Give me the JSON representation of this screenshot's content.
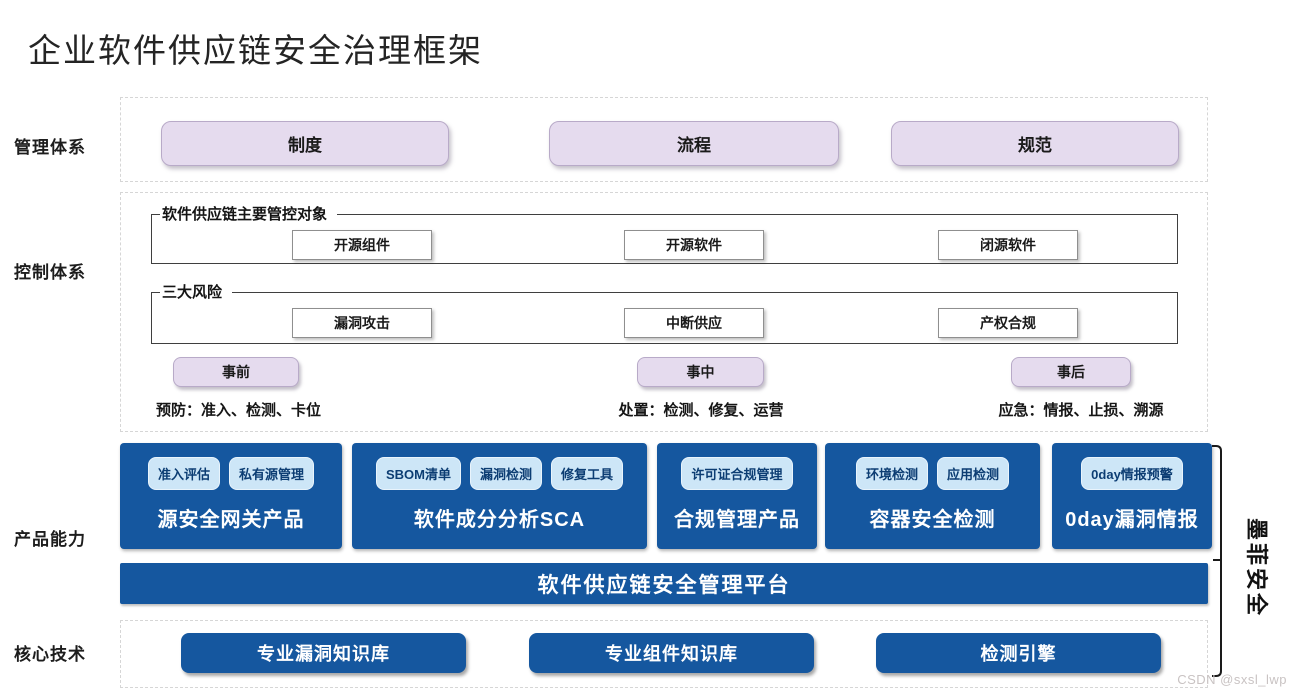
{
  "page": {
    "title": "企业软件供应链安全治理框架",
    "brand": "墨菲安全",
    "watermark": "CSDN @sxsl_lwp"
  },
  "colors": {
    "dark_blue": "#15579f",
    "tag_bg": "#cde6f7",
    "tag_text": "#0c3d73",
    "purple": "#e5dbee"
  },
  "rows": {
    "management": {
      "label": "管理体系",
      "items": [
        "制度",
        "流程",
        "规范"
      ]
    },
    "control": {
      "label": "控制体系",
      "groups": [
        {
          "legend": "软件供应链主要管控对象",
          "items": [
            "开源组件",
            "开源软件",
            "闭源软件"
          ]
        },
        {
          "legend": "三大风险",
          "items": [
            "漏洞攻击",
            "中断供应",
            "产权合规"
          ]
        }
      ],
      "phases": [
        {
          "name": "事前",
          "desc": "预防：准入、检测、卡位"
        },
        {
          "name": "事中",
          "desc": "处置：检测、修复、运营"
        },
        {
          "name": "事后",
          "desc": "应急：情报、止损、溯源"
        }
      ]
    },
    "products": {
      "label": "产品能力",
      "items": [
        {
          "title": "源安全网关产品",
          "tags": [
            "准入评估",
            "私有源管理"
          ]
        },
        {
          "title": "软件成分分析SCA",
          "tags": [
            "SBOM清单",
            "漏洞检测",
            "修复工具"
          ]
        },
        {
          "title": "合规管理产品",
          "tags": [
            "许可证合规管理"
          ]
        },
        {
          "title": "容器安全检测",
          "tags": [
            "环境检测",
            "应用检测"
          ]
        },
        {
          "title": "0day漏洞情报",
          "tags": [
            "0day情报预警"
          ]
        }
      ],
      "platform": "软件供应链安全管理平台"
    },
    "core": {
      "label": "核心技术",
      "items": [
        "专业漏洞知识库",
        "专业组件知识库",
        "检测引擎"
      ]
    }
  }
}
